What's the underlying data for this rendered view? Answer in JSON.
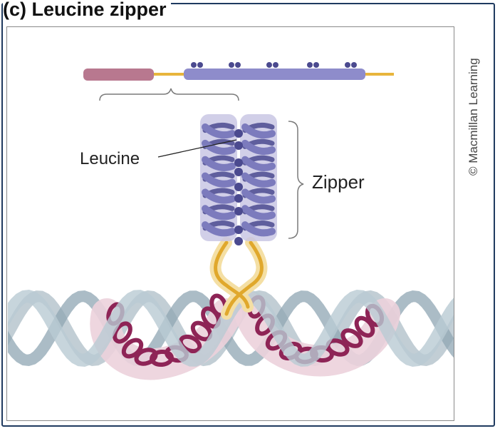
{
  "figure": {
    "panel_title": "(c)  Leucine zipper",
    "copyright": "© Macmillan Learning"
  },
  "labels": {
    "leucine": "Leucine",
    "zipper": "Zipper"
  },
  "colors": {
    "frame_border": "#1f3a5f",
    "helix_purple": "#7c7bbd",
    "helix_dark": "#4b4a8f",
    "helix_halo": "#c9c7e4",
    "linker_gold": "#e8b53c",
    "linker_halo": "#f4dfa4",
    "dna_gray": "#b9cad3",
    "dna_dark": "#8fa6b3",
    "basic_region_maroon": "#8e2456",
    "basic_region_halo": "#e8c9d6",
    "domain_pink": "#b8788f"
  }
}
